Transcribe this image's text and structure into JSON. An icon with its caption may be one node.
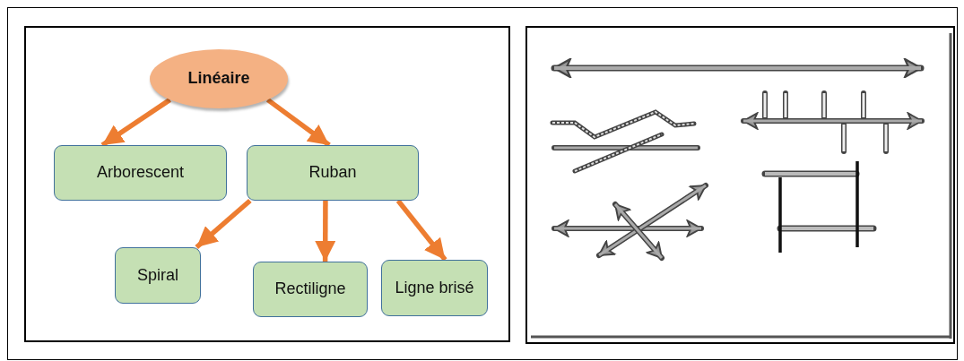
{
  "diagram": {
    "nodes": [
      {
        "text": [
          "Linéaire"
        ]
      },
      {
        "text": [
          "Arborescent"
        ]
      },
      {
        "text": [
          "Ruban"
        ]
      },
      {
        "text": [
          "Spiral"
        ]
      },
      {
        "text": [
          "Rectiligne"
        ]
      },
      {
        "text": [
          "Ligne brisé"
        ]
      }
    ],
    "edges": [
      {
        "from": 0,
        "to": 1,
        "arrow": "to"
      },
      {
        "from": 0,
        "to": 2,
        "arrow": "to"
      },
      {
        "from": 2,
        "to": 3,
        "arrow": "to"
      },
      {
        "from": 2,
        "to": 4,
        "arrow": "to"
      },
      {
        "from": 2,
        "to": 5,
        "arrow": "to"
      }
    ]
  }
}
